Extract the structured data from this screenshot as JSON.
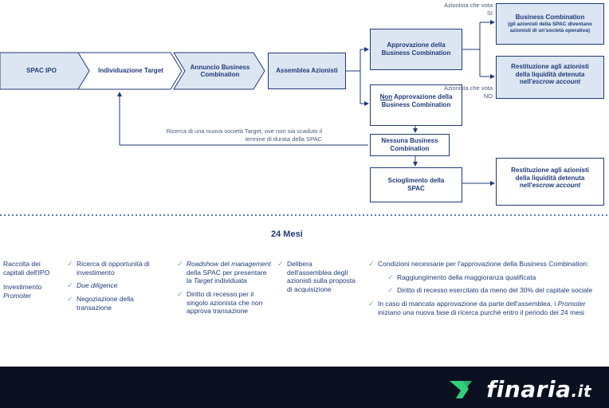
{
  "flow": {
    "spac_ipo": "SPAC IPO",
    "individuazione": "Individuazione Target",
    "annuncio": "Annuncio Business Combination",
    "assemblea": "Assemblea Azionisti",
    "approvazione": "Approvazione della Business Combination",
    "non_approvazione_prefix": "Non",
    "non_approvazione_rest": " Approvazione della Business Combination",
    "nessuna": "Nessuna Business Combination",
    "scioglimento": "Scioglimento della SPAC",
    "business_combination_title": "Business Combination",
    "business_combination_sub": "(gli azionisti della SPAC diventano azionisti di un'società operativa)",
    "restituzione_1": "Restituzione agli azionisti della liquidità detenuta nell'",
    "restituzione_2": "Restituzione agli azionisti della liquidità detenuta nell'",
    "escrow": "escrow account",
    "azionista_si": "Azionista che vota SI",
    "azionista_no": "Azionista che vota NO",
    "ricerca_note": "Ricerca di una nuova società Target, ove non sia scaduto il termine di durata della SPAC"
  },
  "timeline": {
    "label": "24 Mesi"
  },
  "columns": {
    "c1": {
      "raccolta": "Raccolta dei capitali dell'IPO",
      "investimento": "Investimento",
      "promoter": "Promoter"
    },
    "c2": {
      "i1": "Ricerca di opportunità di investimento",
      "i2": "Due diligence",
      "i3": "Negoziazione della transazione"
    },
    "c3": {
      "i1_a": "Roadshow",
      "i1_b": " del ",
      "i1_c": "management",
      "i1_d": " della SPAC per presentare la ",
      "i1_e": "Target",
      "i1_f": " individuata",
      "i2": "Diritto di recesso per il singolo azionista che non approva transazione"
    },
    "c4": {
      "i1": "Delibera dell'assemblea degli azionisti sulla proposta di acquisizione"
    },
    "c5": {
      "i1": "Condizioni necessarie per l'approvazione della Business Combination:",
      "s1": "Raggiungimento della maggioranza qualificata",
      "s2": "Diritto di recesso esercitato da meno del 30% del capitale sociale",
      "i2_a": "In caso di mancata approvazione da parte dell'assemblea, i ",
      "i2_b": "Promoter",
      "i2_c": " iniziano una nuova fase di ricerca purché entro il periodo dei 24 mesi"
    }
  },
  "footer": {
    "logo": "finaria",
    "suffix": ".it"
  },
  "colors": {
    "primary": "#1f3a78",
    "fill": "#dce6f3",
    "timeline": "#1a3aa0",
    "footer": "#0b1021",
    "logo_green": "#2fd07a"
  }
}
